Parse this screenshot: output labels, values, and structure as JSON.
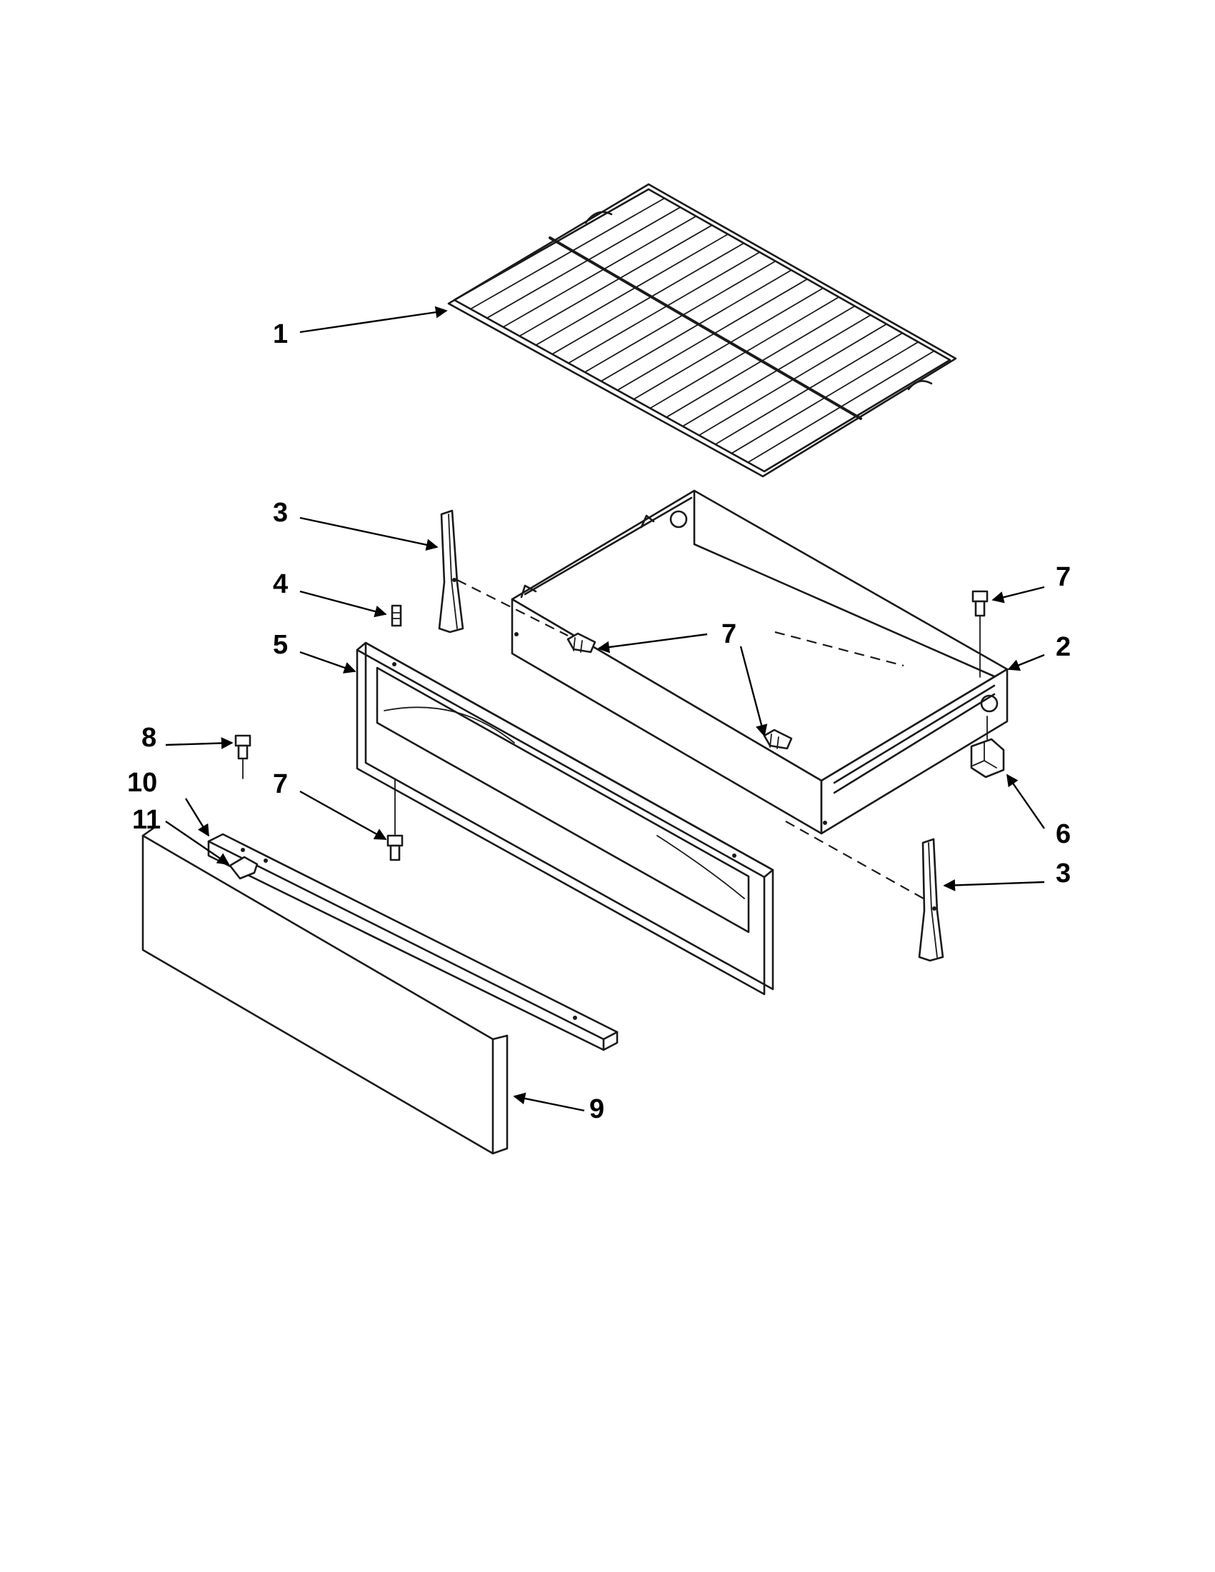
{
  "diagram": {
    "callouts": [
      {
        "id": "c1",
        "text": "1"
      },
      {
        "id": "c2",
        "text": "2"
      },
      {
        "id": "c3a",
        "text": "3"
      },
      {
        "id": "c3b",
        "text": "3"
      },
      {
        "id": "c4",
        "text": "4"
      },
      {
        "id": "c5",
        "text": "5"
      },
      {
        "id": "c6",
        "text": "6"
      },
      {
        "id": "c7a",
        "text": "7"
      },
      {
        "id": "c7b",
        "text": "7"
      },
      {
        "id": "c7c",
        "text": "7"
      },
      {
        "id": "c8",
        "text": "8"
      },
      {
        "id": "c9",
        "text": "9"
      },
      {
        "id": "c10",
        "text": "10"
      },
      {
        "id": "c11",
        "text": "11"
      }
    ]
  }
}
